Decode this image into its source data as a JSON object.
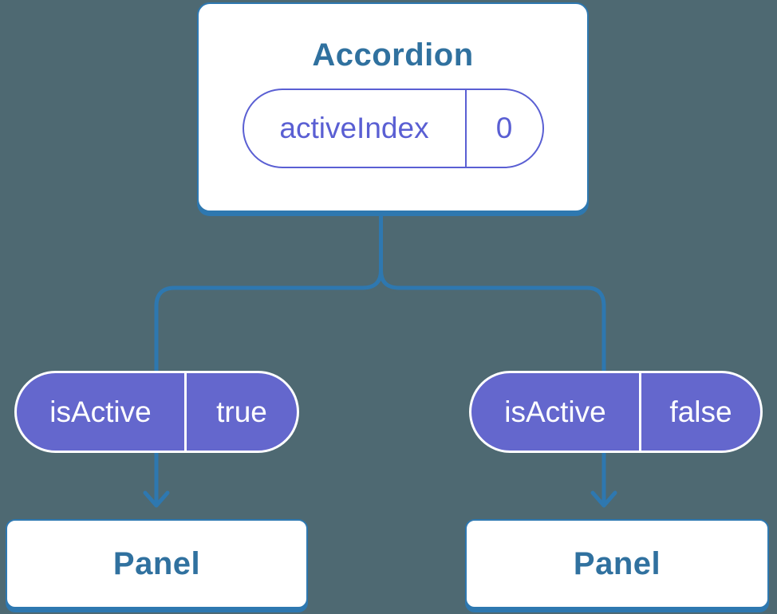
{
  "colors": {
    "background": "#4e6972",
    "line": "#2e78b0",
    "box_bg": "#ffffff",
    "heading_text": "#30719f",
    "pill_purple": "#6467cd",
    "pill_outline": "#5a5fd3",
    "pill_text_light": "#ffffff"
  },
  "tree": {
    "root": {
      "title": "Accordion",
      "prop": {
        "name": "activeIndex",
        "value": "0"
      }
    },
    "children": [
      {
        "prop": {
          "name": "isActive",
          "value": "true"
        },
        "label": "Panel"
      },
      {
        "prop": {
          "name": "isActive",
          "value": "false"
        },
        "label": "Panel"
      }
    ]
  }
}
